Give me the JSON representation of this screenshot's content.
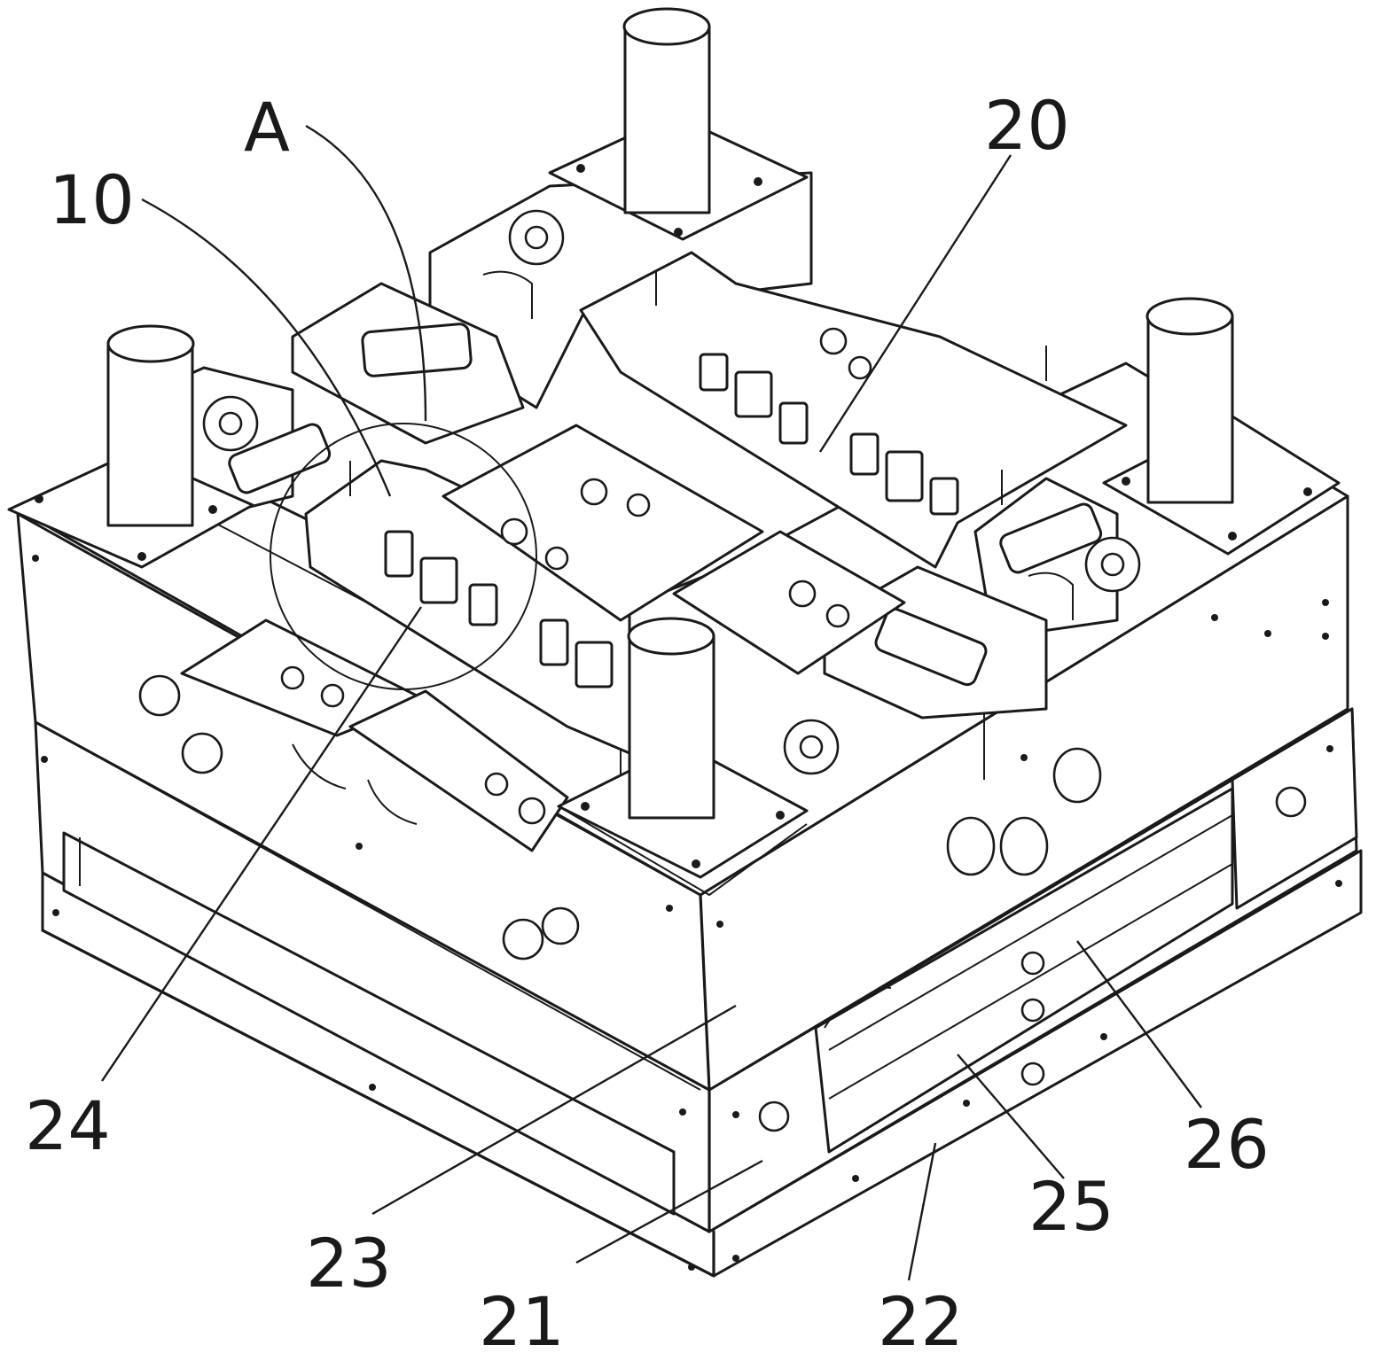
{
  "figure": {
    "labels": [
      {
        "id": "A",
        "text": "A"
      },
      {
        "id": "10",
        "text": "10"
      },
      {
        "id": "20",
        "text": "20"
      },
      {
        "id": "21",
        "text": "21"
      },
      {
        "id": "22",
        "text": "22"
      },
      {
        "id": "23",
        "text": "23"
      },
      {
        "id": "24",
        "text": "24"
      },
      {
        "id": "25",
        "text": "25"
      },
      {
        "id": "26",
        "text": "26"
      }
    ]
  }
}
